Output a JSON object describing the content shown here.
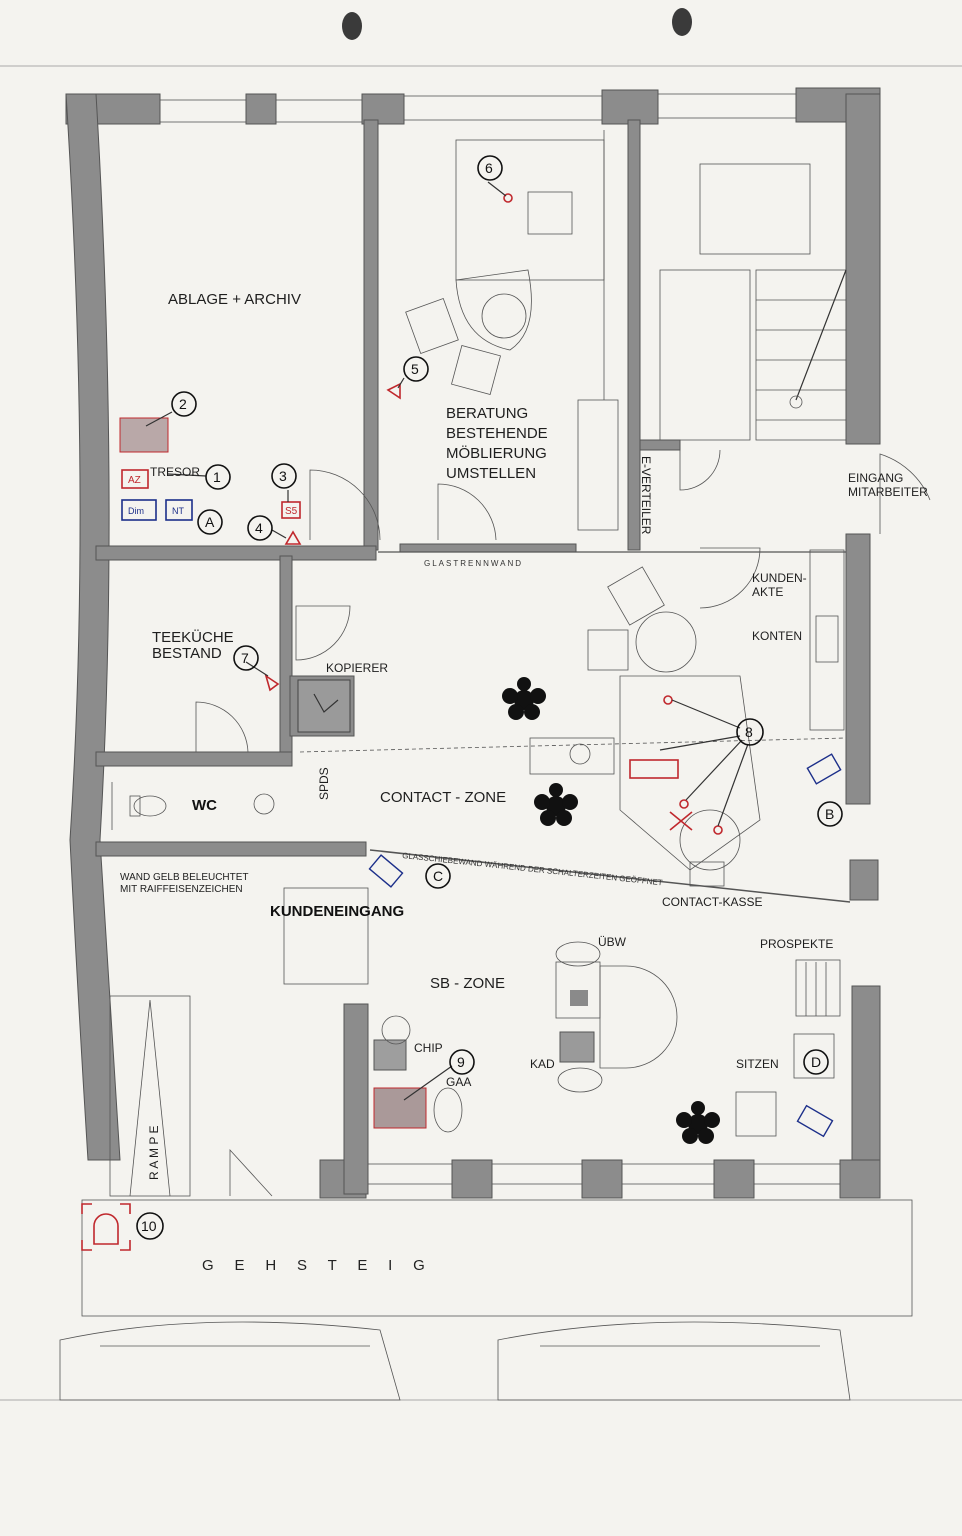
{
  "rooms": {
    "ablage": "ABLAGE + ARCHIV",
    "beratung_1": "BERATUNG",
    "beratung_2": "BESTEHENDE",
    "beratung_3": "MÖBLIERUNG",
    "beratung_4": "UMSTELLEN",
    "eingang_1": "EINGANG",
    "eingang_2": "MITARBEITER",
    "e_verteiler": "E-VERTEILER",
    "teekueche_1": "TEEKÜCHE",
    "teekueche_2": "BESTAND",
    "kopierer": "KOPIERER",
    "wc": "WC",
    "spds": "SPDS",
    "contact_zone": "CONTACT - ZONE",
    "kundenakte_1": "KUNDEN-",
    "kundenakte_2": "AKTE",
    "konten": "KONTEN",
    "wand_1": "WAND GELB BELEUCHTET",
    "wand_2": "MIT RAIFFEISENZEICHEN",
    "kundeneingang": "KUNDENEINGANG",
    "glasschiebewand": "GLASSCHIEBEWAND WÄHREND DER SCHALTERZEITEN GEÖFFNET",
    "glastrennwand": "GLASTRENNWAND",
    "contact_kasse": "CONTACT-KASSE",
    "prospekte": "PROSPEKTE",
    "uebw": "ÜBW",
    "sb_zone": "SB - ZONE",
    "chip": "CHIP",
    "gaa": "GAA",
    "kad": "KAD",
    "sitzen": "SITZEN",
    "rampe": "R A M P E",
    "gehsteig": "G     E     H     S     T     E     I     G",
    "tresor": "TRESOR"
  },
  "equipment_labels": {
    "az": "AZ",
    "dim": "Dim",
    "nt": "NT",
    "s5": "S5"
  },
  "markers": [
    "1",
    "2",
    "3",
    "4",
    "5",
    "6",
    "7",
    "8",
    "9",
    "10",
    "A",
    "B",
    "C",
    "D"
  ],
  "colors": {
    "paper": "#f4f3ef",
    "wall": "#8c8c8c",
    "ink": "#1e1e1e",
    "red_annotation": "#c0282d",
    "blue_annotation": "#1c2f8a"
  }
}
